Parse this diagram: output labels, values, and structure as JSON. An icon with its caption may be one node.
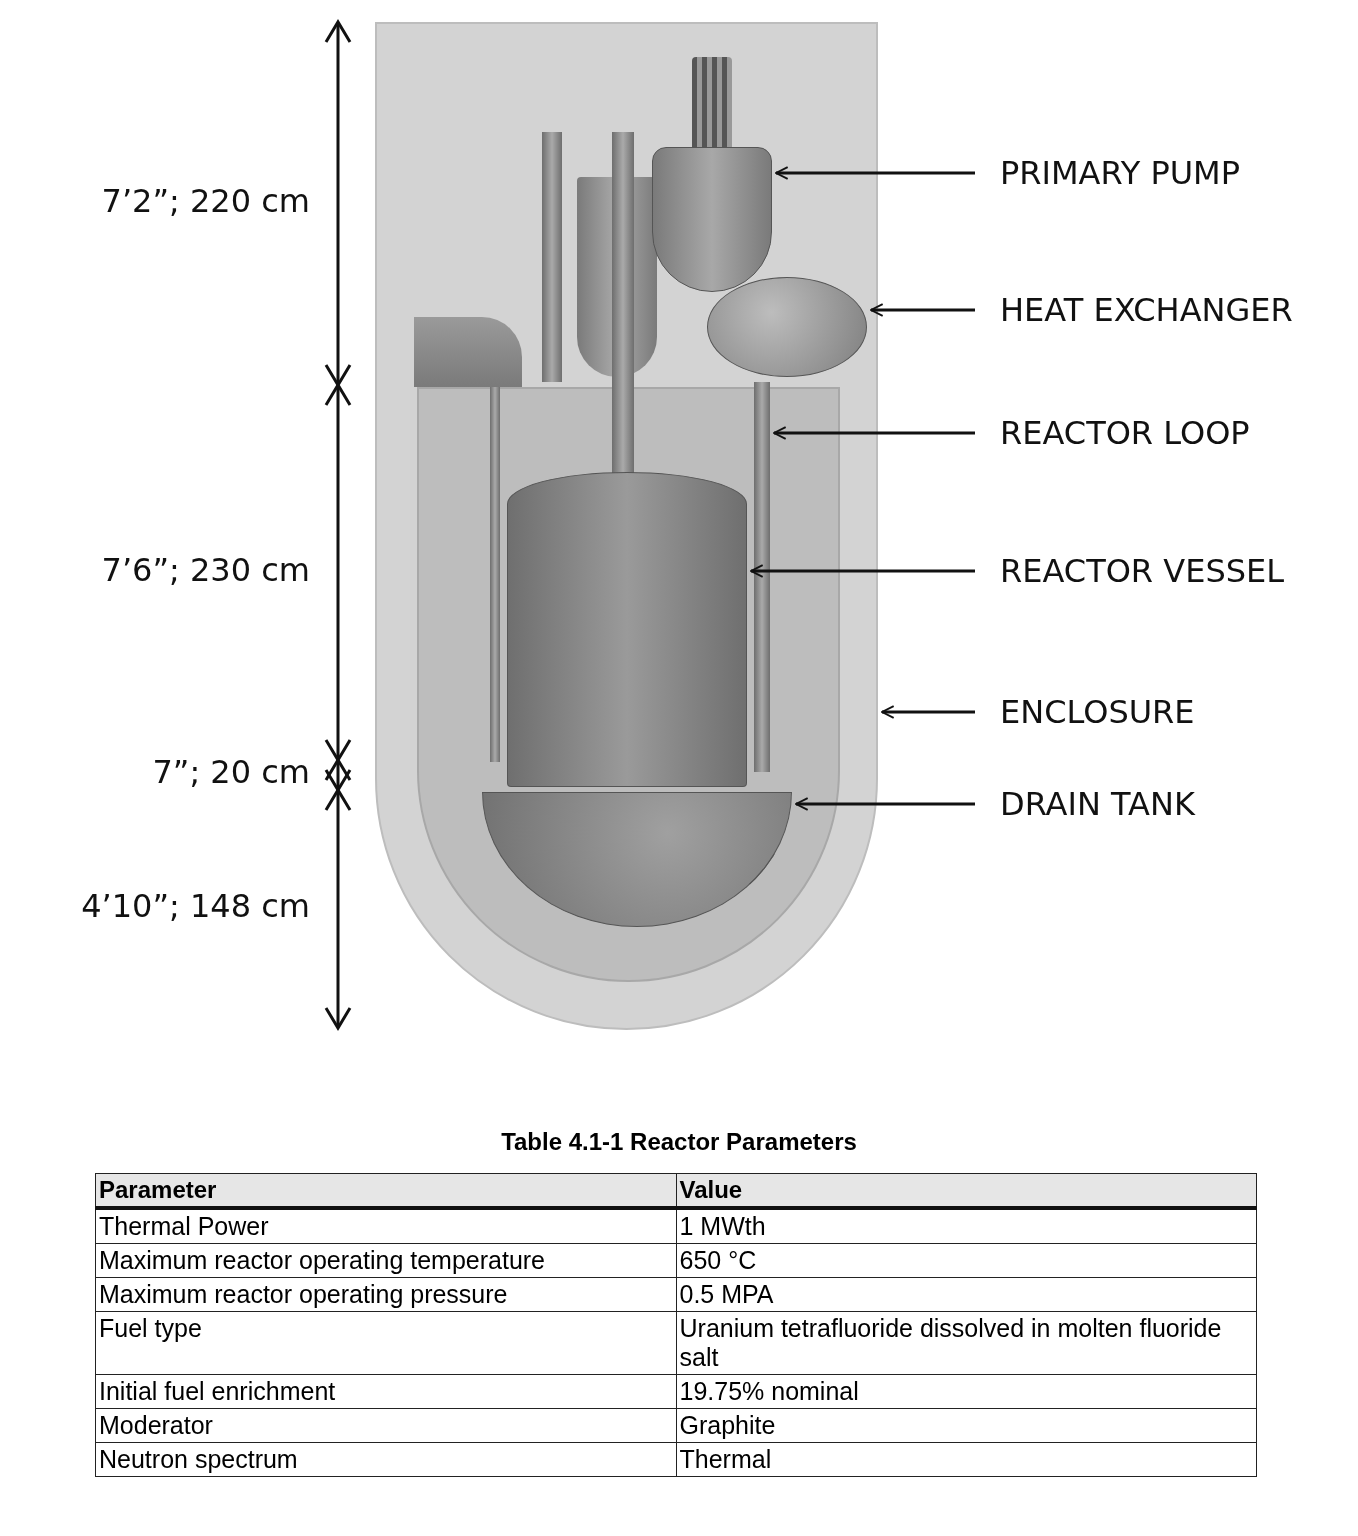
{
  "diagram": {
    "nodes": [
      {
        "text": [],
        "shape": "picture"
      },
      {
        "text": [],
        "shape": "picture",
        "in": 0
      },
      {
        "text": [],
        "shape": "picture",
        "in": 0
      },
      {
        "text": [],
        "shape": "picture",
        "in": 0
      },
      {
        "text": [],
        "shape": "picture",
        "in": 0
      },
      {
        "text": [],
        "shape": "picture",
        "in": 0
      },
      {
        "text": [
          "PRIMARY PUMP"
        ]
      },
      {
        "text": [
          "HEAT EXCHANGER"
        ]
      },
      {
        "text": [
          "REACTOR LOOP"
        ]
      },
      {
        "text": [
          "REACTOR VESSEL"
        ]
      },
      {
        "text": [
          "ENCLOSURE"
        ]
      },
      {
        "text": [
          "DRAIN TANK"
        ]
      }
    ],
    "edges": [
      {
        "from": 6,
        "to": 1,
        "arrow": "to"
      },
      {
        "from": 7,
        "to": 2,
        "arrow": "to"
      },
      {
        "from": 8,
        "to": 3,
        "arrow": "to"
      },
      {
        "from": 9,
        "to": 4,
        "arrow": "to"
      },
      {
        "from": 10,
        "to": 0,
        "arrow": "to"
      },
      {
        "from": 11,
        "to": 5,
        "arrow": "to"
      }
    ],
    "labels": [
      "7’2”; 220 cm",
      "7’6”; 230 cm",
      "7”; 20 cm",
      "4’10”; 148 cm",
      "Table 4.1-1 Reactor Parameters",
      "Parameter",
      "Value",
      "Thermal Power",
      "1 MWth",
      "Maximum reactor operating temperature",
      "650 °C",
      "Maximum reactor operating pressure",
      "0.5 MPA",
      "Fuel type",
      "Uranium tetrafluoride dissolved in molten fluoride salt",
      "Initial fuel enrichment",
      "19.75% nominal",
      "Moderator",
      "Graphite",
      "Neutron spectrum",
      "Thermal"
    ]
  }
}
